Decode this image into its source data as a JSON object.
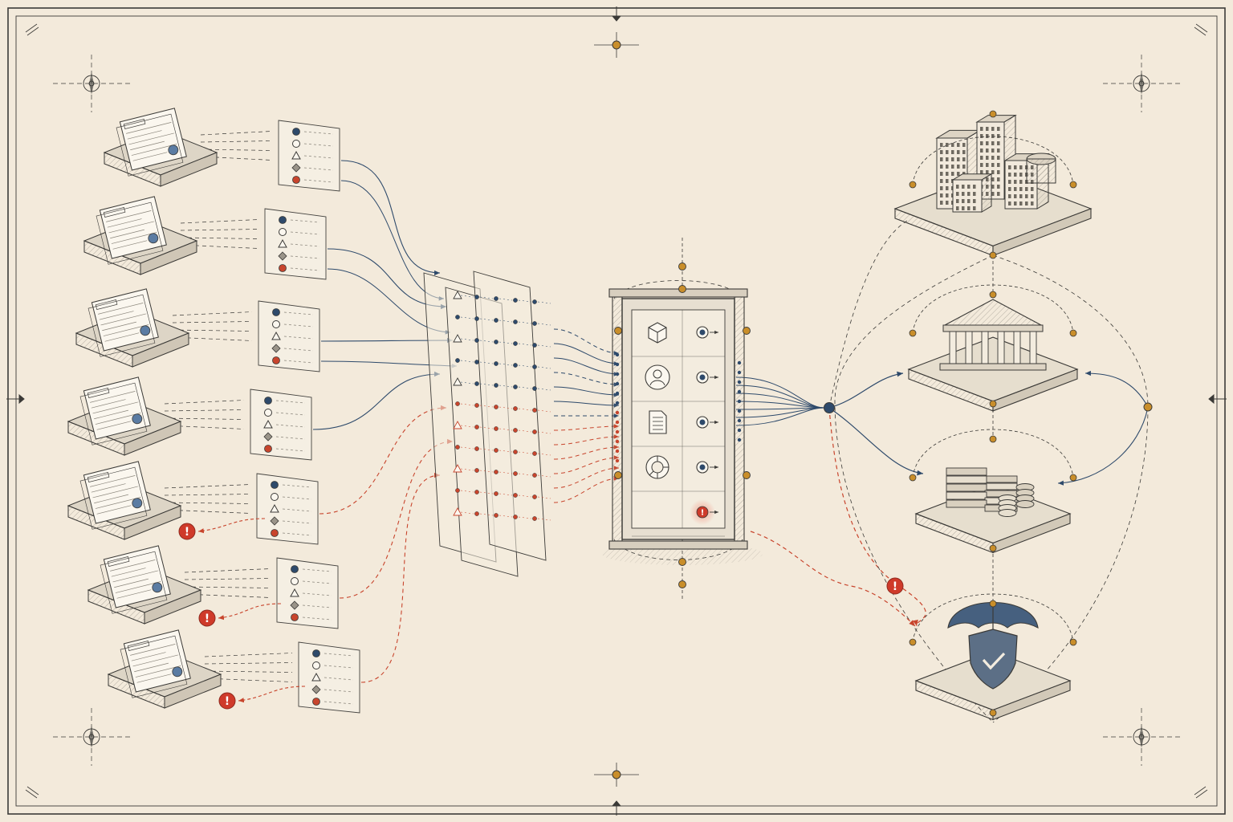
{
  "palette": {
    "paper": "#f3eadb",
    "ink": "#3b3a37",
    "line_blue": "#2e4a6b",
    "line_red": "#c8452d",
    "node_gold": "#c98e2a",
    "alert_red": "#cf3a2a"
  },
  "diagram": {
    "sources": [
      {
        "name": "document-tray-1",
        "icon": "document-on-pallet-icon",
        "error": false
      },
      {
        "name": "document-tray-2",
        "icon": "document-on-pallet-icon",
        "error": false
      },
      {
        "name": "document-tray-3",
        "icon": "document-on-pallet-icon",
        "error": false
      },
      {
        "name": "document-tray-4",
        "icon": "document-on-pallet-icon",
        "error": false
      },
      {
        "name": "document-tray-5",
        "icon": "document-on-pallet-icon",
        "error": true
      },
      {
        "name": "document-tray-6",
        "icon": "document-on-pallet-icon",
        "error": true
      },
      {
        "name": "document-tray-7",
        "icon": "document-on-pallet-icon",
        "error": true
      }
    ],
    "field_card_markers": [
      "filled-circle",
      "hollow-circle",
      "triangle",
      "diamond",
      "orange-circle"
    ],
    "central_processor": {
      "name": "processing-cabinet",
      "slots": [
        {
          "icon": "cube-icon",
          "status": "ok"
        },
        {
          "icon": "user-profile-icon",
          "status": "ok"
        },
        {
          "icon": "document-icon",
          "status": "ok"
        },
        {
          "icon": "donut-chart-icon",
          "status": "ok"
        },
        {
          "icon": "alert-icon",
          "status": "error"
        }
      ]
    },
    "destinations": [
      {
        "name": "city-buildings",
        "icon": "city-buildings-icon"
      },
      {
        "name": "bank",
        "icon": "bank-building-icon"
      },
      {
        "name": "money-stacks",
        "icon": "money-stack-icon"
      },
      {
        "name": "insurance-shield",
        "icon": "umbrella-shield-icon"
      }
    ],
    "alert_glyph": "!"
  }
}
